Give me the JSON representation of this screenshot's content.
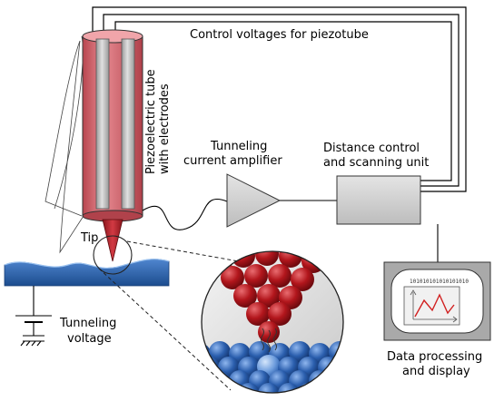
{
  "labels": {
    "control_voltages": "Control voltages for piezotube",
    "piezo_line1": "Piezoelectric tube",
    "piezo_line2": "with electrodes",
    "amplifier_line1": "Tunneling",
    "amplifier_line2": "current amplifier",
    "distance_line1": "Distance control",
    "distance_line2": "and scanning unit",
    "tip": "Tip",
    "tunneling_voltage_line1": "Tunneling",
    "tunneling_voltage_line2": "voltage",
    "display_line1": "Data processing",
    "display_line2": "and display",
    "display_binary": "101010101010101010"
  },
  "colors": {
    "piezo_red": "#d96870",
    "piezo_dark": "#b0424b",
    "electrode_gray": "#c4c4c4",
    "tip_red": "#b5202a",
    "atom_red": "#b72025",
    "atom_blue": "#2f61b1",
    "sample_blue": "#2e67b6",
    "box_gray": "#d3d3d3",
    "monitor_gray": "#a9a9a9",
    "plot_line": "#d12020"
  }
}
